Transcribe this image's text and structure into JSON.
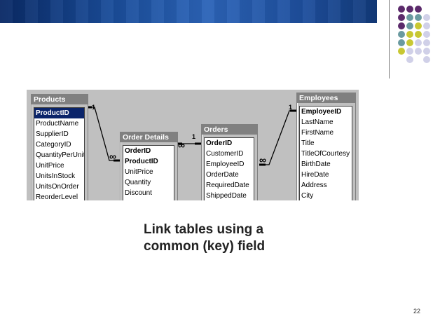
{
  "slide": {
    "caption_line1": "Link tables using a",
    "caption_line2": "common (key) field",
    "page_number": "22"
  },
  "colors": {
    "purple": "#5b2a6b",
    "teal": "#6a9aa0",
    "olive": "#c8c832",
    "lavender": "#d0d0e8"
  },
  "diagram": {
    "tables": {
      "products": {
        "title": "Products",
        "fields": [
          "ProductID",
          "ProductName",
          "SupplierID",
          "CategoryID",
          "QuantityPerUnit",
          "UnitPrice",
          "UnitsInStock",
          "UnitsOnOrder",
          "ReorderLevel"
        ]
      },
      "order_details": {
        "title": "Order Details",
        "fields": [
          "OrderID",
          "ProductID",
          "UnitPrice",
          "Quantity",
          "Discount"
        ]
      },
      "orders": {
        "title": "Orders",
        "fields": [
          "OrderID",
          "CustomerID",
          "EmployeeID",
          "OrderDate",
          "RequiredDate",
          "ShippedDate"
        ]
      },
      "employees": {
        "title": "Employees",
        "fields": [
          "EmployeeID",
          "LastName",
          "FirstName",
          "Title",
          "TitleOfCourtesy",
          "BirthDate",
          "HireDate",
          "Address",
          "City"
        ]
      }
    },
    "relationships": {
      "one": "1",
      "many": "∞"
    }
  }
}
